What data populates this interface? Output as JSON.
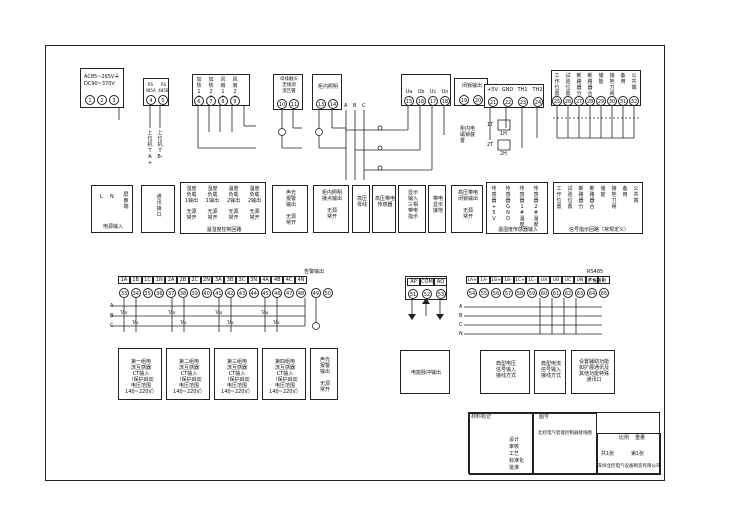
{
  "power": {
    "line1": "AC85~265V",
    "line2": "DC90~370V",
    "terminals": [
      "1",
      "2",
      "3"
    ]
  },
  "rs485_top": {
    "labels": [
      "RS 485A",
      "RS 485B"
    ],
    "terminals": [
      "4",
      "5"
    ],
    "side_labels": [
      "上位机TA+",
      "上位机TB-"
    ]
  },
  "heat_top": {
    "labels": [
      "加热1#",
      "加热2#",
      "风扇1#",
      "风扇2#"
    ],
    "terminals": [
      "6",
      "7",
      "8",
      "9"
    ]
  },
  "alarm_top": {
    "label": "母排触头\n无线测\n温告警",
    "terminals": [
      "10",
      "11"
    ]
  },
  "cabinet_light_top": {
    "label": "柜内照明",
    "terminals": [
      "13",
      "14"
    ]
  },
  "voltage_top": {
    "labels": [
      "Ua",
      "Ub",
      "Uc",
      "Un"
    ],
    "terminals": [
      "15",
      "16",
      "17",
      "18"
    ]
  },
  "lock_top": {
    "label": "闭锁输出",
    "terminals": [
      "19",
      "20"
    ],
    "side_label": "柜内电\n磁锁装\n置"
  },
  "sensor_top": {
    "labels": [
      "+5V",
      "GND",
      "TH1",
      "TH2"
    ],
    "terminals": [
      "21",
      "22",
      "23",
      "24"
    ],
    "marks": [
      "1T",
      "1H",
      "2T",
      "2H"
    ]
  },
  "signal_top": {
    "labels": [
      "工作位置",
      "试验位置",
      "断路器分",
      "断路器合",
      "储能",
      "接地刀闸",
      "备用",
      "公共端"
    ],
    "terminals": [
      "25",
      "26",
      "27",
      "28",
      "29",
      "30",
      "31",
      "32"
    ]
  },
  "lower_labels": {
    "power_in": {
      "items": [
        "L",
        "N",
        "屏蔽端"
      ],
      "caption": "电源输入"
    },
    "comm": "通\n讯\n接\n口",
    "temp_ctrl": {
      "cols": [
        "湿度\n负载\n1输出",
        "湿度\n负载\n1输出",
        "温度\n负载\n2输出",
        "温度\n负载\n2输出"
      ],
      "sub": [
        "无源\n常开",
        "无源\n常开",
        "无源\n常开",
        "无源\n常开"
      ],
      "caption": "温湿度控制回路"
    },
    "sound_alarm": "声光\n报警\n输出\n\n无源\n常开",
    "light_out": "柜内照明\n接点输出\n\n无源\n常开",
    "hv_bus": "高压\n母线",
    "hv_sensor": "高压带电\n传感器",
    "display_in": "显示\n输入\n三相\n带电\n指示",
    "live_display": "带电\n显示\n接地",
    "hv_lock": "高压带电\n闭锁输出\n\n无源\n常开",
    "sensor_in": {
      "cols": [
        "传感器+5V",
        "传感器GND",
        "传感器1#温度",
        "传感器2#温度"
      ],
      "caption": "温湿度传感器输入"
    },
    "signal_in": {
      "cols": [
        "工作位置",
        "试验位置",
        "断路器分",
        "断路器合",
        "储能",
        "接地刀闸",
        "备用",
        "公共端"
      ],
      "caption": "信号指示回路（常规定义）"
    }
  },
  "ct_strip": {
    "labels": [
      "1A",
      "1B",
      "1C",
      "1N",
      "2A",
      "2B",
      "2C",
      "2N",
      "3A",
      "3B",
      "3C",
      "3N",
      "4A",
      "4B",
      "4C",
      "4N"
    ],
    "terminals": [
      "33",
      "34",
      "35",
      "36",
      "37",
      "38",
      "39",
      "40",
      "41",
      "42",
      "43",
      "44",
      "45",
      "46",
      "47",
      "48"
    ],
    "alarm_label": "告警输出",
    "alarm_terminals": [
      "49",
      "50"
    ],
    "phase_labels": [
      "A",
      "B",
      "C"
    ],
    "ct_marks": [
      "TAa",
      "TAc",
      "TAa",
      "TAc",
      "TAa",
      "TAc",
      "TAa",
      "TAc"
    ]
  },
  "pulse_strip": {
    "labels": [
      "AP",
      "COM",
      "AQ"
    ],
    "terminals": [
      "51",
      "52",
      "53"
    ]
  },
  "voltage_strip": {
    "labels": [
      "1A+",
      "1A-",
      "1B+",
      "1B-",
      "1C+",
      "1C-",
      "UA",
      "UB",
      "UC",
      "UN",
      "A+",
      "B-"
    ],
    "terminals": [
      "54",
      "55",
      "56",
      "57",
      "58",
      "59",
      "60",
      "61",
      "62",
      "63",
      "64",
      "65"
    ],
    "rs485_label": "RS485",
    "rs485_sub": "扩展通讯",
    "phase_labels": [
      "A",
      "B",
      "C",
      "N"
    ]
  },
  "bottom_boxes": [
    "第一组电\n流互感器\nCT输入\n（保护启动\n电压范围\n140~220V）",
    "第二组电\n流互感器\nCT输入\n（保护启动\n电压范围\n140~220V）",
    "第三组电\n流互感器\nCT输入\n（保护启动\n电压范围\n140~220V）",
    "第四组电\n流互感器\nCT输入\n（保护启动\n电压范围\n140~220V）",
    "声光\n报警\n输出\n\n无源\n常开",
    "电能脉冲输出",
    "典型电压\n信号输入\n接线方式",
    "典型电流\n信号输入\n接线方式",
    "设置辅助功能\n如扩展通讯及\n其他功能特殊\n通讯口"
  ],
  "side_labels": {
    "abc": [
      "A",
      "B",
      "C"
    ]
  },
  "title_block": {
    "drawing_title": "北控电气智能控制器接线图",
    "company": "深圳北控电气设备制造有限公司",
    "sheet": "第1张",
    "total": "共1张",
    "scale": "比例",
    "weight": "重量",
    "material": "材料标记",
    "drawing_no": "图号",
    "rows": [
      "设计",
      "审核",
      "工艺",
      "标准化",
      "批准"
    ]
  }
}
